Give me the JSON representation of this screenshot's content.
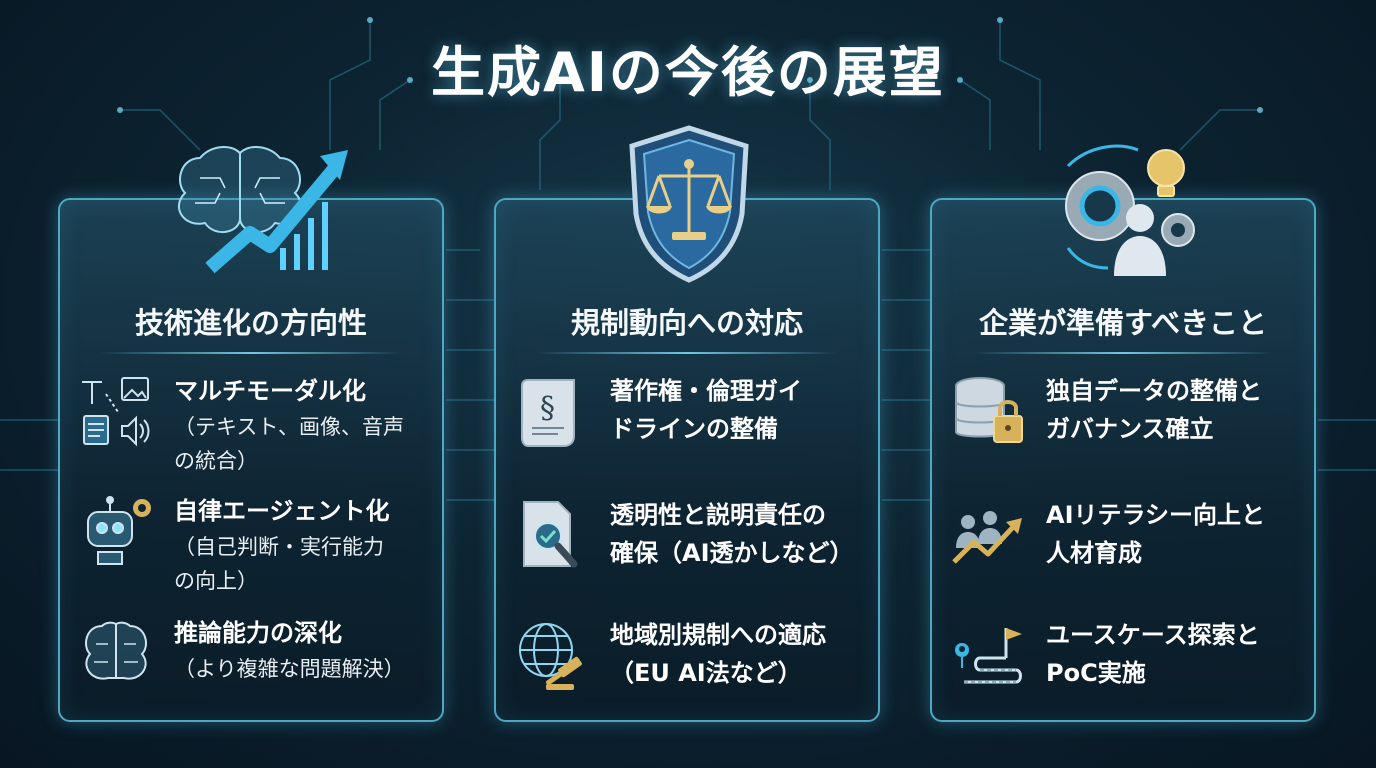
{
  "title": "生成AIの今後の展望",
  "colors": {
    "accent": "#4fa8c2",
    "glow": "#6ec9e4",
    "gold": "#d8b25a",
    "background": "#0d2432"
  },
  "cards": [
    {
      "title": "技術進化の方向性",
      "hero_icon": "brain-growth-arrow-icon",
      "items": [
        {
          "icon": "multimodal-icon",
          "lines": [
            "マルチモーダル化",
            "（テキスト、画像、音声",
            "の統合）"
          ]
        },
        {
          "icon": "robot-gear-icon",
          "lines": [
            "自律エージェント化",
            "（自己判断・実行能力",
            "の向上）"
          ]
        },
        {
          "icon": "brain-circuit-icon",
          "lines": [
            "推論能力の深化",
            "（より複雑な問題解決）"
          ]
        }
      ]
    },
    {
      "title": "規制動向への対応",
      "hero_icon": "scales-shield-icon",
      "items": [
        {
          "icon": "legal-scroll-icon",
          "lines": [
            "著作権・倫理ガイ",
            "ドラインの整備"
          ]
        },
        {
          "icon": "document-magnifier-icon",
          "lines": [
            "透明性と説明責任の",
            "確保（AI透かしなど）"
          ]
        },
        {
          "icon": "globe-gavel-icon",
          "lines": [
            "地域別規制への適応",
            "（EU AI法など）"
          ]
        }
      ]
    },
    {
      "title": "企業が準備すべきこと",
      "hero_icon": "gears-person-bulb-icon",
      "items": [
        {
          "icon": "database-lock-icon",
          "lines": [
            "独自データの整備と",
            "ガバナンス確立"
          ]
        },
        {
          "icon": "people-growth-icon",
          "lines": [
            "AIリテラシー向上と",
            "人材育成"
          ]
        },
        {
          "icon": "roadmap-flag-icon",
          "lines": [
            "ユースケース探索と",
            "PoC実施"
          ]
        }
      ]
    }
  ]
}
